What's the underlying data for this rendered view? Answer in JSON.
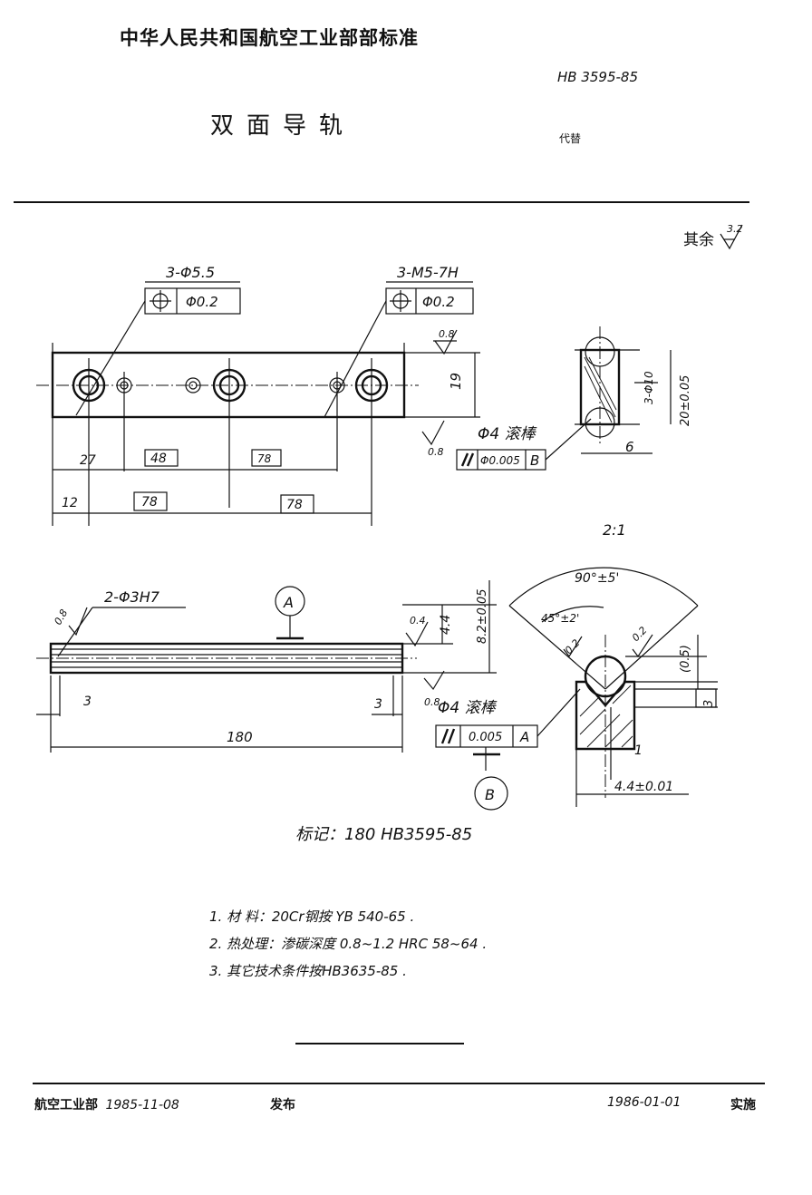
{
  "header": {
    "organization": "中华人民共和国航空工业部部标准",
    "standard_code": "HB 3595-85",
    "title": "双面导轨",
    "replaces_label": "代替"
  },
  "roughness_rest": {
    "label": "其余",
    "value": "3.2"
  },
  "drawing": {
    "top_view": {
      "hole_note_1": "3-Φ5.5",
      "frame_1_value": "Φ0.2",
      "hole_note_2": "3-M5-7H",
      "frame_2_value": "Φ0.2",
      "rough_top": "0.8",
      "rough_bottom": "0.8",
      "height": "19",
      "dim_27": "27",
      "dim_48": "48",
      "dim_78a": "78",
      "dim_12": "12",
      "dim_78b": "78",
      "dim_78c": "78",
      "roller_label": "Φ4 滚棒",
      "parallel_tol": "Φ0.005",
      "parallel_datum": "B"
    },
    "end_view": {
      "hole_dia": "3-Φ10",
      "height": "20±0.05",
      "width": "6"
    },
    "scale": "2:1",
    "front_view": {
      "rough_left": "0.8",
      "pin_holes": "2-Φ3H7",
      "datum_a": "A",
      "rough_right_top": "0.4",
      "dim_4_4": "4.4",
      "dim_8_2": "8.2±0.05",
      "rough_right_bottom": "0.8",
      "dim_3_left": "3",
      "dim_3_right": "3",
      "length": "180",
      "roller_label": "Φ4 滚棒",
      "parallel_tol": "0.005",
      "parallel_datum": "A",
      "datum_b": "B"
    },
    "detail": {
      "angle_90": "90°±5'",
      "angle_45": "45°±2'",
      "rough_1": "0.2",
      "rough_2": "0.2",
      "dim_0_5": "(0.5)",
      "dim_3": "3",
      "dim_1": "1",
      "dim_4_4": "4.4±0.01"
    }
  },
  "marking": "标记：180  HB3595-85",
  "notes": [
    "1.  材  料：20Cr钢按 YB 540-65 .",
    "2.  热处理：渗碳深度 0.8~1.2  HRC 58~64 .",
    "3.  其它技术条件按HB3635-85 ."
  ],
  "footer": {
    "issuer": "航空工业部",
    "issue_date": "1985-11-08",
    "issue_label": "发布",
    "effective_date": "1986-01-01",
    "effective_label": "实施"
  }
}
